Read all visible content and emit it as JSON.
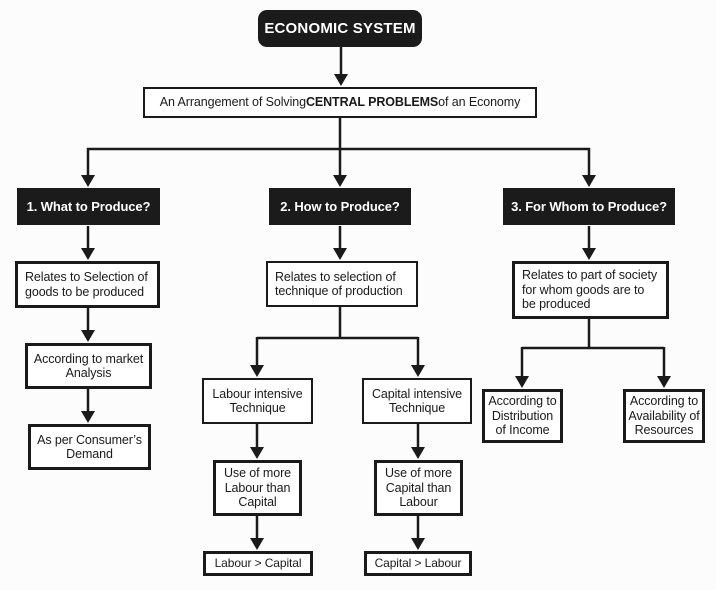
{
  "colors": {
    "background": "#fcfcfc",
    "ink": "#1a1a1a",
    "node_fill": "#ffffff",
    "header_fill": "#1b1b1b",
    "header_text": "#ffffff"
  },
  "root": {
    "title": "ECONOMIC SYSTEM"
  },
  "subtitle": {
    "prefix": "An Arrangement of Solving ",
    "bold": "CENTRAL PROBLEMS",
    "suffix": " of an Economy"
  },
  "col1": {
    "header": "1. What to Produce?",
    "box1": {
      "line1": "Relates to Selection of",
      "line2": "goods to be produced"
    },
    "box2": {
      "line1": "According to market",
      "line2": "Analysis"
    },
    "box3": {
      "line1": "As per Consumer’s",
      "line2": "Demand"
    }
  },
  "col2": {
    "header": "2. How to Produce?",
    "box1": {
      "line1": "Relates to selection of",
      "line2": "technique of production"
    },
    "left": {
      "box1": {
        "line1": "Labour intensive",
        "line2": "Technique"
      },
      "box2": {
        "line1": "Use of more",
        "line2": "Labour than",
        "line3": "Capital"
      },
      "box3": {
        "line1": "Labour > Capital"
      }
    },
    "right": {
      "box1": {
        "line1": "Capital intensive",
        "line2": "Technique"
      },
      "box2": {
        "line1": "Use of more",
        "line2": "Capital than",
        "line3": "Labour"
      },
      "box3": {
        "line1": "Capital > Labour"
      }
    }
  },
  "col3": {
    "header": "3. For Whom to Produce?",
    "box1": {
      "line1": "Relates to part of society",
      "line2": "for whom goods are to",
      "line3": "be produced"
    },
    "left": {
      "line1": "According to",
      "line2": "Distribution",
      "line3": "of Income"
    },
    "right": {
      "line1": "According to",
      "line2": "Availability of",
      "line3": "Resources"
    }
  }
}
